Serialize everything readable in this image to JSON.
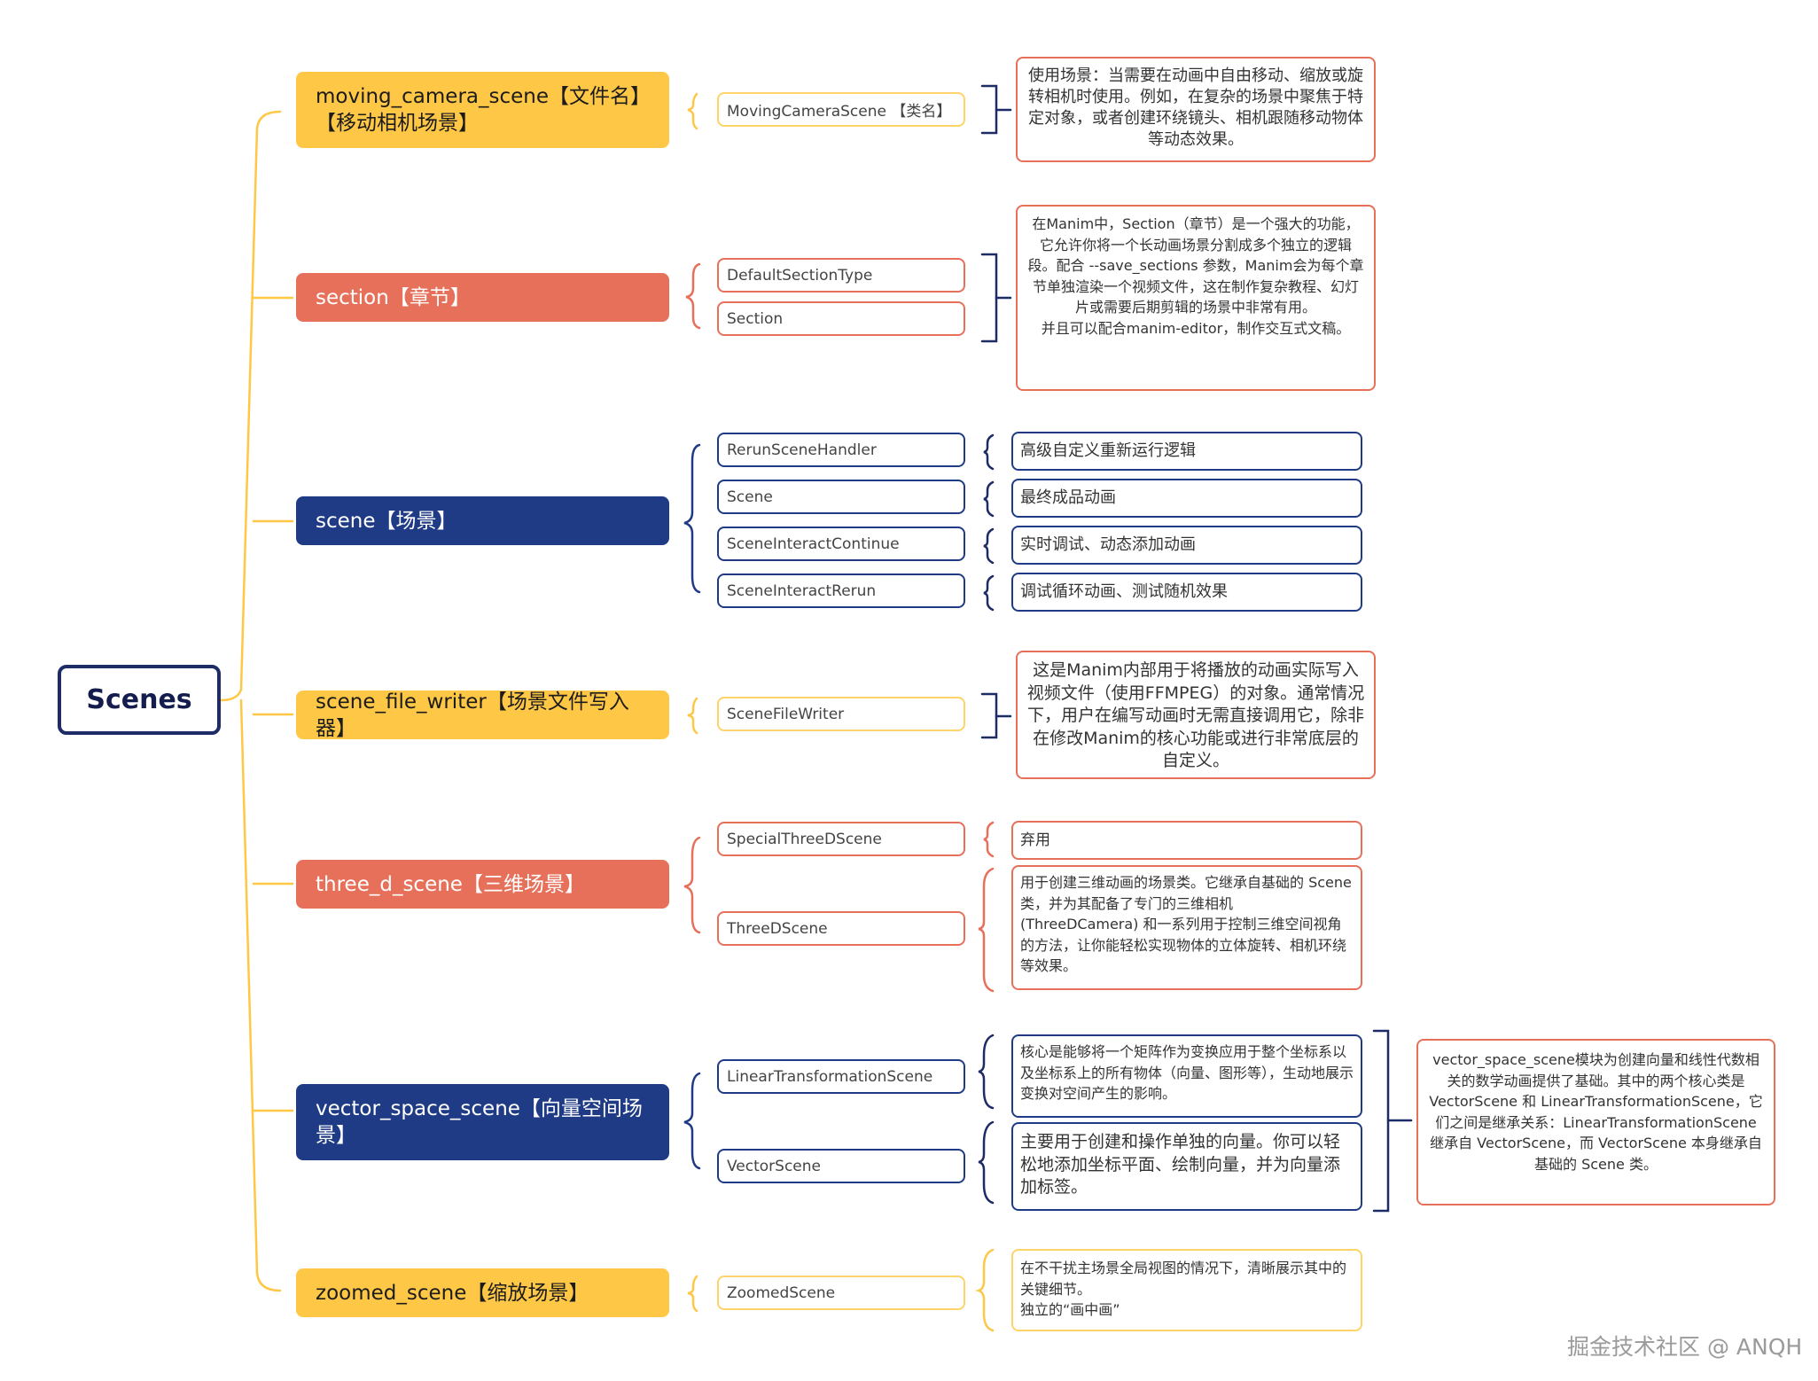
{
  "root": "Scenes",
  "branches": [
    {
      "label_a": "moving_camera_scene【文件名】",
      "label_b": "【移动相机场景】",
      "classes": [
        "MovingCameraScene 【类名】"
      ],
      "notes": [
        "使用场景：当需要在动画中自由移动、缩放或旋转相机时使用。例如，在复杂的场景中聚焦于特定对象，或者创建环绕镜头、相机跟随移动物体等动态效果。"
      ]
    },
    {
      "label_a": "section【章节】",
      "classes": [
        "DefaultSectionType",
        "Section"
      ],
      "notes": [
        "在Manim中，Section（章节）是一个强大的功能，它允许你将一个长动画场景分割成多个独立的逻辑段。配合 --save_sections 参数，Manim会为每个章节单独渲染一个视频文件，这在制作复杂教程、幻灯片或需要后期剪辑的场景中非常有用。",
        "并且可以配合manim-editor，制作交互式文稿。"
      ]
    },
    {
      "label_a": "scene【场景】",
      "classes": [
        "RerunSceneHandler",
        "Scene",
        "SceneInteractContinue",
        "SceneInteractRerun"
      ],
      "notes": [
        "高级自定义重新运行逻辑",
        "最终成品动画",
        "实时调试、动态添加动画",
        "调试循环动画、测试随机效果"
      ]
    },
    {
      "label_a": "scene_file_writer【场景文件写入器】",
      "classes": [
        "SceneFileWriter"
      ],
      "notes": [
        "这是Manim内部用于将播放的动画实际写入视频文件（使用FFMPEG）的对象。通常情况下，用户在编写动画时无需直接调用它，除非在修改Manim的核心功能或进行非常底层的自定义。"
      ]
    },
    {
      "label_a": "three_d_scene【三维场景】",
      "classes": [
        "SpecialThreeDScene",
        "ThreeDScene"
      ],
      "notes": [
        "弃用",
        "用于创建三维动画的场景类。它继承自基础的 Scene 类，并为其配备了专门的三维相机 (ThreeDCamera) 和一系列用于控制三维空间视角的方法，让你能轻松实现物体的立体旋转、相机环绕等效果。"
      ]
    },
    {
      "label_a": "vector_space_scene【向量空间场景】",
      "classes": [
        "LinearTransformationScene",
        "VectorScene"
      ],
      "notes": [
        "核心是能够将一个矩阵作为变换应用于整个坐标系以及坐标系上的所有物体（向量、图形等），生动地展示变换对空间产生的影响。",
        "主要用于创建和操作单独的向量。你可以轻松地添加坐标平面、绘制向量，并为向量添加标签。"
      ],
      "summary": "vector_space_scene模块为创建向量和线性代数相关的数学动画提供了基础。其中的两个核心类是 VectorScene 和 LinearTransformationScene，它们之间是继承关系：LinearTransformationScene 继承自 VectorScene，而 VectorScene 本身继承自基础的 Scene 类。"
    },
    {
      "label_a": "zoomed_scene【缩放场景】",
      "classes": [
        "ZoomedScene"
      ],
      "notes": [
        "在不干扰主场景全局视图的情况下，清晰展示其中的关键细节。",
        "独立的“画中画”"
      ]
    }
  ],
  "watermark": "掘金技术社区 @ ANQH",
  "colors": {
    "yellow": "#fec746",
    "red": "#e6705a",
    "blue": "#1f3b86",
    "navy": "#141d4d"
  }
}
